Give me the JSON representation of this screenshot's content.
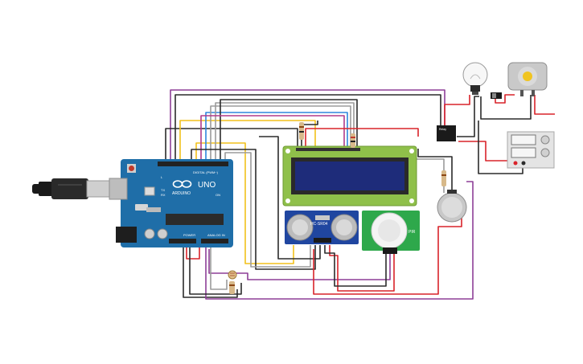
{
  "arduino": {
    "brand": "ARDUINO",
    "model": "UNO",
    "digital_label": "DIGITAL (PWM~)",
    "power_label": "POWER",
    "analog_label": "ANALOG IN",
    "tx_label": "TX",
    "rx_label": "RX",
    "l_label": "L",
    "on_label": "ON"
  },
  "ultrasonic": {
    "label": "HC-SR04"
  },
  "pir": {
    "label": "PIR"
  },
  "relay": {
    "label": "Relay"
  },
  "colors": {
    "wire_red": "#d9232a",
    "wire_black": "#2b2b2b",
    "wire_purple": "#8e3f97",
    "wire_yellow": "#f2c11b",
    "wire_blue": "#2e86de",
    "wire_gray": "#9b9b9b",
    "board_blue": "#1f6ea8",
    "lcd_green": "#8fc04a",
    "lcd_screen": "#1e2c7a",
    "pir_green": "#2ea84b"
  }
}
